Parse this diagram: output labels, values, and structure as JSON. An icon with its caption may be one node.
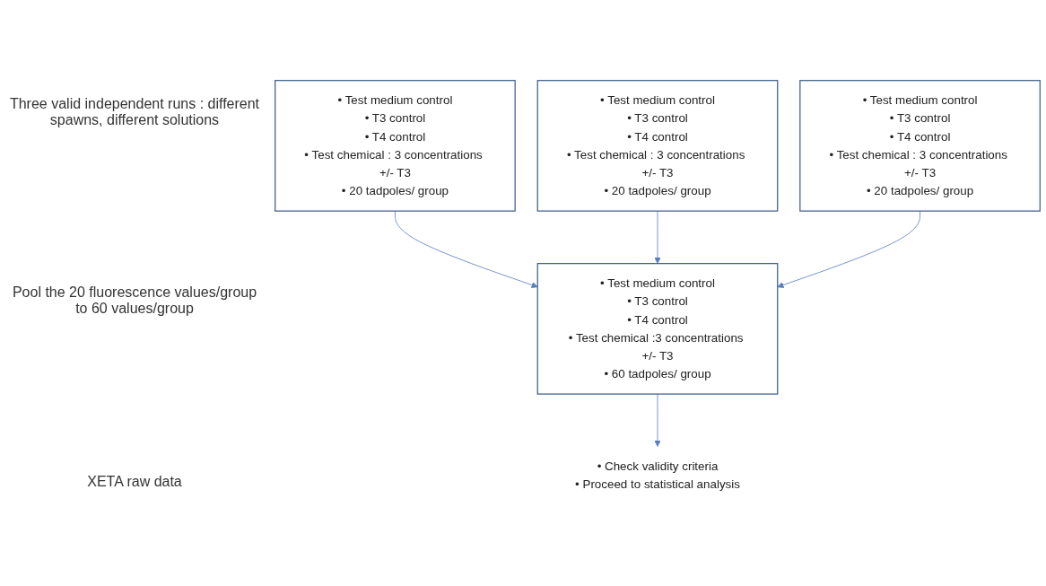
{
  "diagram": {
    "nodes": [
      {
        "text": [
          "• Test medium control",
          "• T3 control",
          "• T4 control",
          "• Test chemical : 3 concentrations +/- T3",
          "• 20 tadpoles/ group"
        ]
      },
      {
        "text": [
          "• Test medium control",
          "• T3 control",
          "• T4 control",
          "• Test chemical : 3 concentrations +/- T3",
          "• 20 tadpoles/ group"
        ]
      },
      {
        "text": [
          "• Test medium control",
          "• T3 control",
          "• T4 control",
          "• Test chemical : 3 concentrations +/- T3",
          "• 20 tadpoles/ group"
        ]
      },
      {
        "text": [
          "• Test medium control",
          "• T3 control",
          "• T4 control",
          "• Test chemical :3 concentrations +/- T3",
          "• 60 tadpoles/ group"
        ]
      },
      {
        "text": [
          "• Check validity criteria",
          "• Proceed to statistical analysis"
        ]
      }
    ],
    "edges": [
      {
        "from": 0,
        "to": 3,
        "arrow": "to"
      },
      {
        "from": 1,
        "to": 3,
        "arrow": "to"
      },
      {
        "from": 2,
        "to": 3,
        "arrow": "to"
      },
      {
        "from": 3,
        "to": 4,
        "arrow": "to"
      }
    ],
    "labels": [
      "Three valid independent runs : different spawns, different solutions",
      "Pool the 20 fluorescence values/group to 60 values/group",
      "XETA raw data"
    ]
  }
}
